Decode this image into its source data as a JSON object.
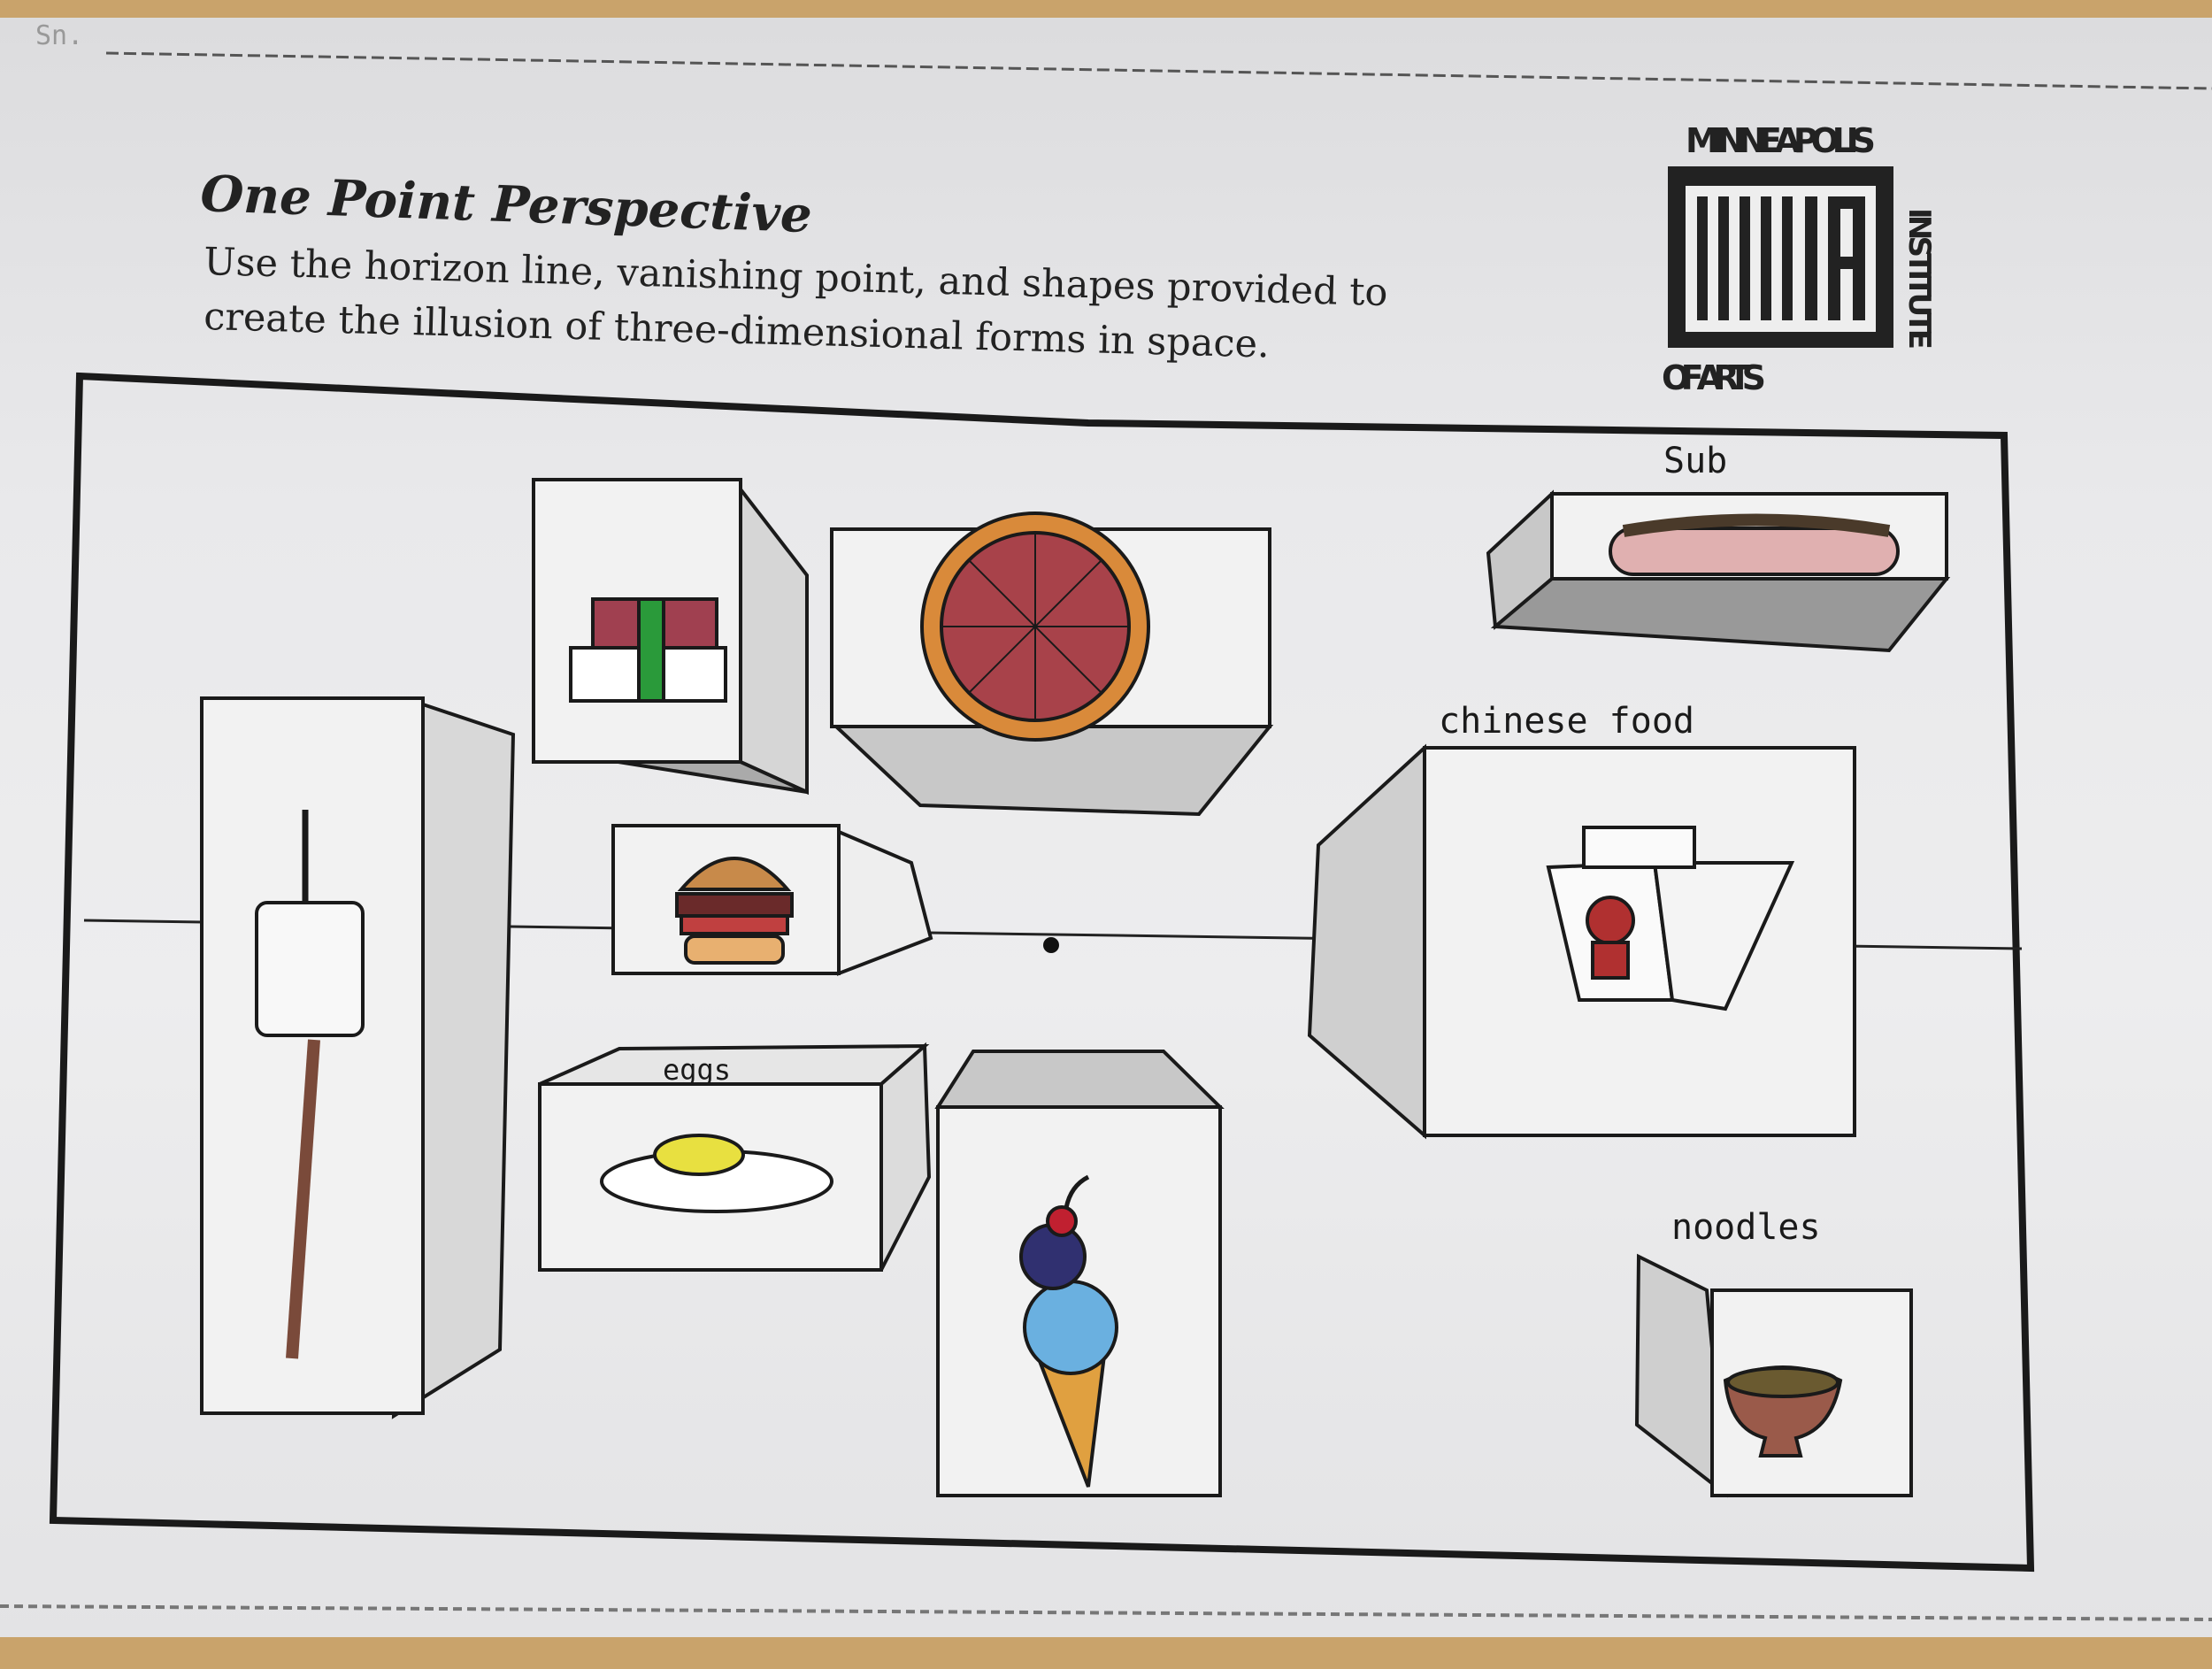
{
  "corner_mark": "Sn.",
  "title": "One Point Perspective",
  "instructions": [
    "Use the horizon line, vanishing point, and shapes provided to",
    "create the illusion of three-dimensional forms in space."
  ],
  "logo": {
    "top": "MINNEAPOLIS",
    "side": "INSTITUTE",
    "bottom": "OF ARTS",
    "mark": "MIA"
  },
  "labels": {
    "sub": "Sub",
    "chinese_food": "chinese food",
    "eggs": "eggs",
    "noodles": "noodles"
  },
  "colors": {
    "ink": "#1a1a1a",
    "pizza_crust": "#d98a3a",
    "pizza_sauce": "#a8424a",
    "egg_yolk": "#e8e040",
    "ice_cream": "#6ab0e0",
    "cone": "#e0a040",
    "cherry": "#c02030",
    "gift_green": "#2a9a3a",
    "gift_red": "#a04050"
  }
}
